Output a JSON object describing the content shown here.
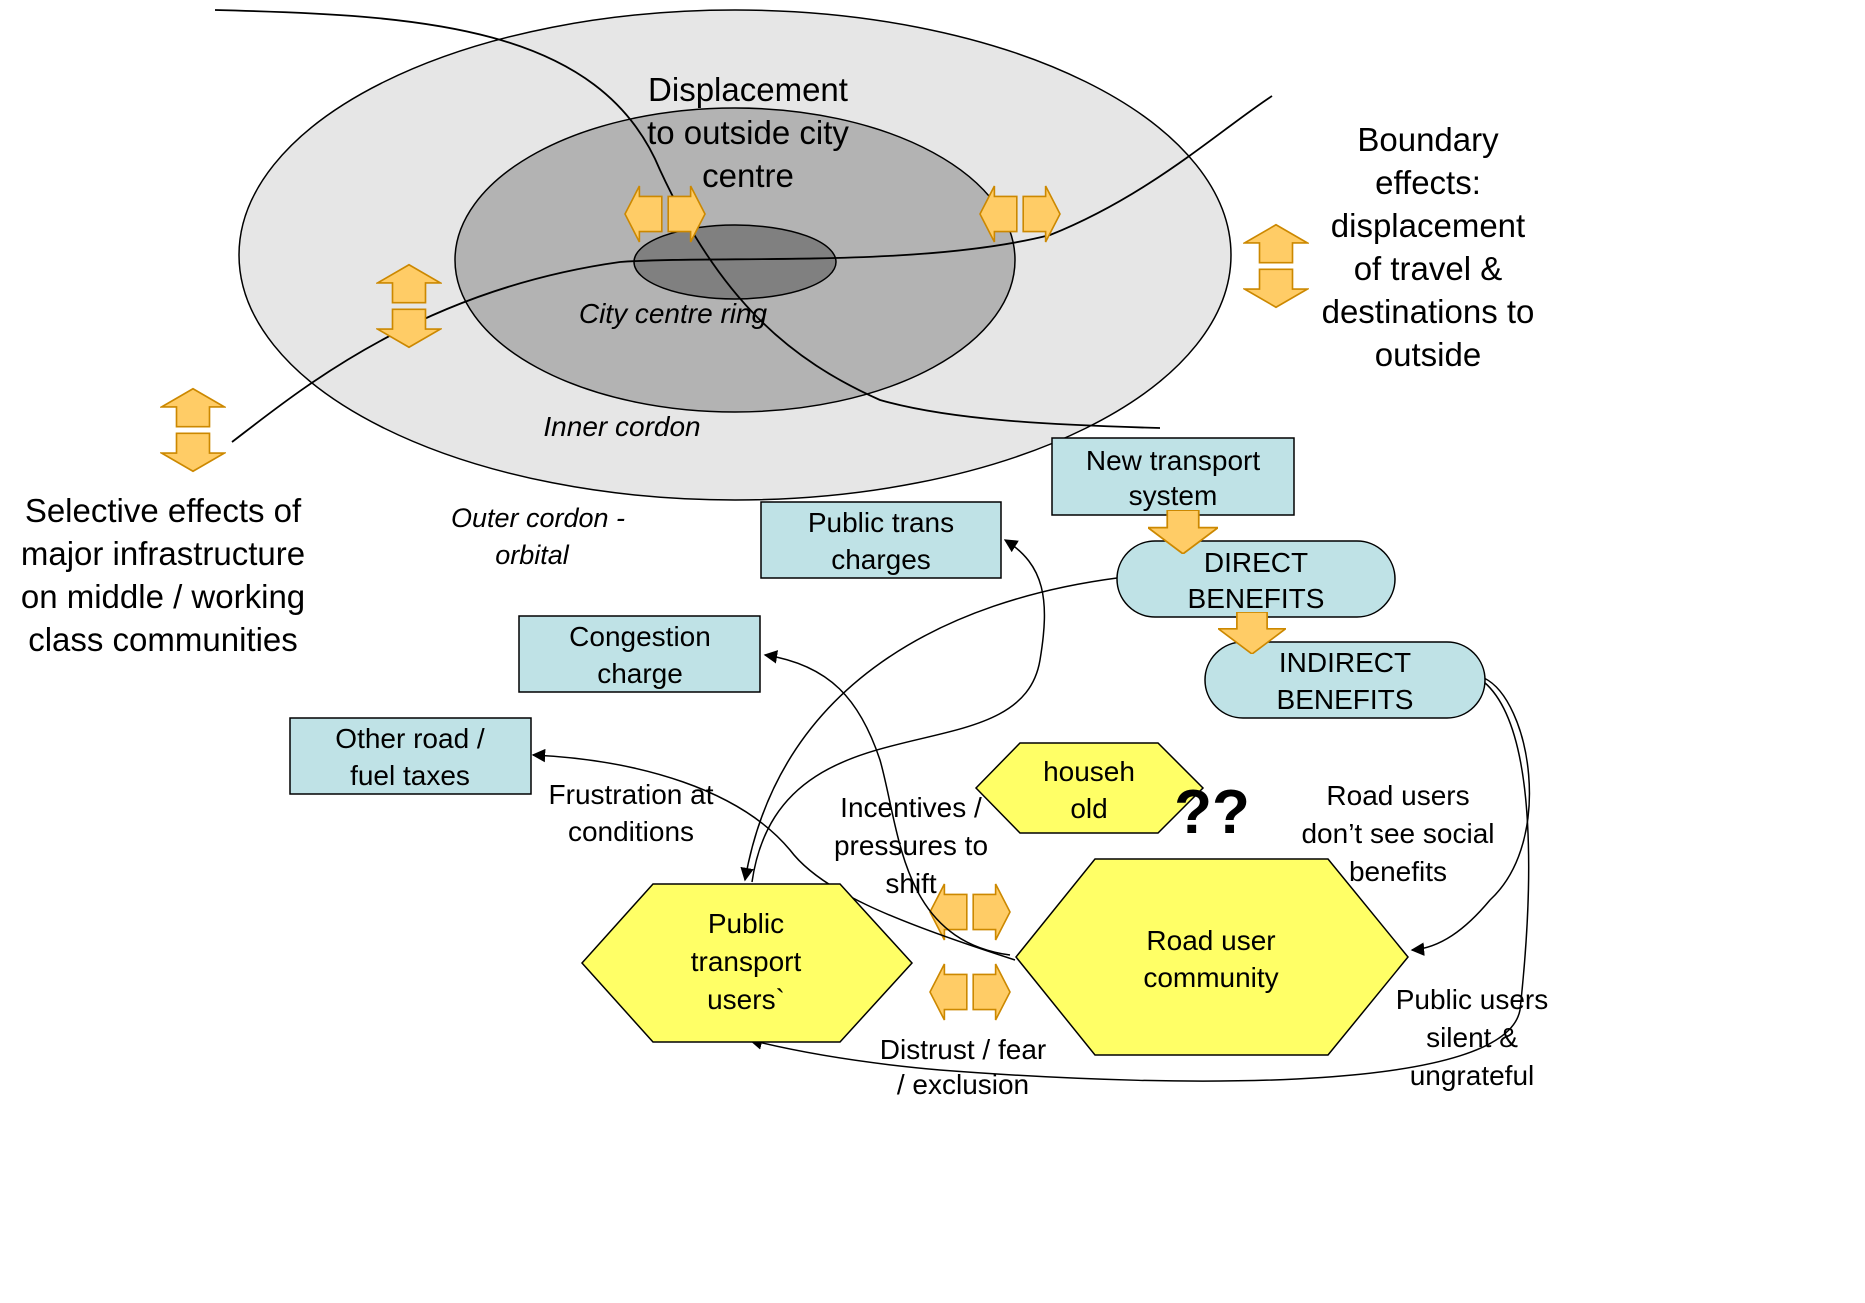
{
  "colors": {
    "outer_ring": "#e6e6e6",
    "inner_ring": "#b3b3b3",
    "centre_ring": "#808080",
    "arrow_fill": "#ffcc66",
    "box_fill": "#bfe2e6",
    "hex_fill": "#ffff66",
    "line": "#000000"
  },
  "rings": {
    "displacement": [
      "Displacement",
      "to outside city",
      "centre"
    ],
    "city_centre": "City centre ring",
    "inner_cordon": "Inner cordon",
    "outer_cordon": [
      "Outer cordon -",
      "orbital"
    ]
  },
  "side_labels": {
    "boundary": [
      "Boundary",
      "effects:",
      "displacement",
      "of travel &",
      "destinations to",
      "outside"
    ],
    "selective": [
      "Selective effects of",
      "major infrastructure",
      "on middle / working",
      "class communities"
    ]
  },
  "boxes": {
    "new_transport": [
      "New transport",
      "system"
    ],
    "public_trans_charges": [
      "Public trans",
      "charges"
    ],
    "congestion_charge": [
      "Congestion",
      "charge"
    ],
    "other_taxes": [
      "Other road /",
      "fuel taxes"
    ]
  },
  "benefits": {
    "direct": [
      "DIRECT",
      "BENEFITS"
    ],
    "indirect": [
      "INDIRECT",
      "BENEFITS"
    ]
  },
  "hexagons": {
    "household": [
      "househ",
      "old"
    ],
    "public_users": [
      "Public",
      "transport",
      "users`"
    ],
    "road_users": [
      "Road user",
      "community"
    ]
  },
  "question_marks": "??",
  "annotations": {
    "frustration": [
      "Frustration at",
      "conditions"
    ],
    "incentives": [
      "Incentives /",
      "pressures to",
      "shift"
    ],
    "road_users_dont_see": [
      "Road users",
      "don’t see social",
      "benefits"
    ],
    "public_users_silent": [
      "Public users",
      "silent &",
      "ungrateful"
    ],
    "distrust": [
      "Distrust / fear",
      "/ exclusion"
    ]
  },
  "icons": {
    "horizontal_pair": "left-right-arrow-pair-icon",
    "vertical_pair": "up-down-arrow-pair-icon",
    "down_block": "down-block-arrow-icon"
  }
}
